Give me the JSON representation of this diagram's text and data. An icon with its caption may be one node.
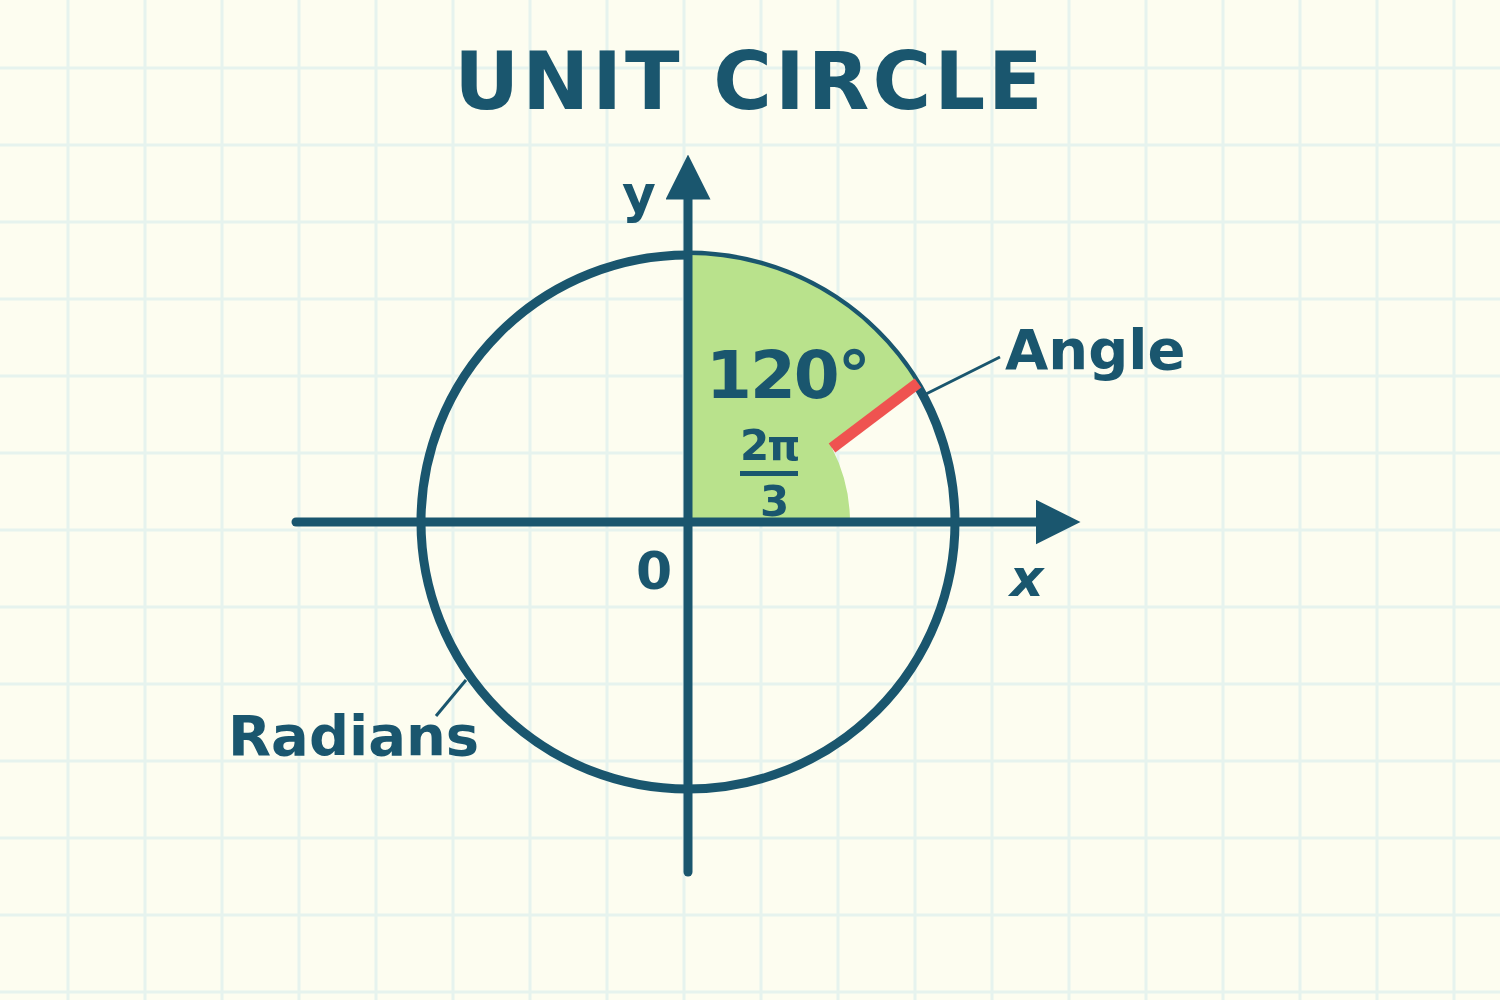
{
  "diagram": {
    "title": "UNIT CIRCLE",
    "nodes": [
      {
        "text": [],
        "shape": "circle"
      },
      {
        "text": [
          "120°",
          "2π",
          "3"
        ],
        "in": 0
      },
      {
        "text": [],
        "shape": "bar",
        "in": 1
      },
      {
        "text": [
          "Angle"
        ]
      },
      {
        "text": [
          "Radians"
        ]
      }
    ],
    "edges": [
      {
        "from": 3,
        "to": 2,
        "arrow": "none"
      },
      {
        "from": 4,
        "to": 0,
        "arrow": "none"
      }
    ],
    "labels": [
      "y",
      "x",
      "0"
    ]
  }
}
